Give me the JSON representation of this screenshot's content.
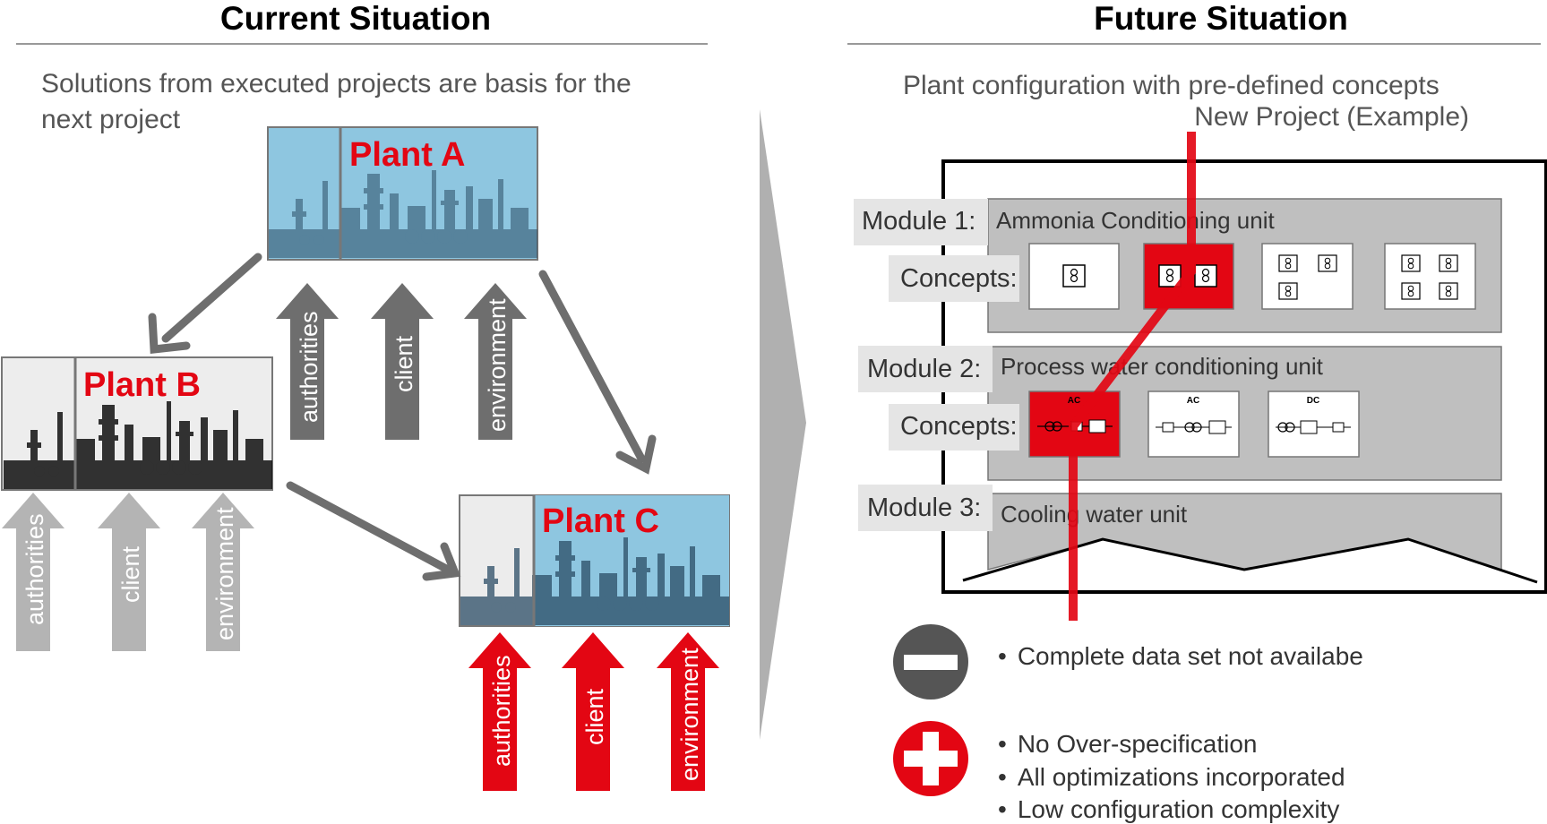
{
  "current": {
    "title": "Current Situation",
    "subtitle_line1": "Solutions from executed projects are basis for the",
    "subtitle_line2": "next project",
    "plants": {
      "a": "Plant A",
      "b": "Plant B",
      "c": "Plant C"
    },
    "influences": [
      "authorities",
      "client",
      "environment"
    ],
    "colors": {
      "plant_label": "#e30613",
      "arrow_dark": "#6e6e6e",
      "arrow_light": "#b4b4b4",
      "arrow_red": "#e30613",
      "sky_blue": "#8ec6e0"
    }
  },
  "future": {
    "title": "Future Situation",
    "subtitle": "Plant configuration with pre-defined concepts",
    "new_project": "New Project (Example)",
    "modules": [
      {
        "label": "Module 1:",
        "name": "Ammonia Conditioning unit"
      },
      {
        "label": "Module 2:",
        "name": "Process water conditioning unit"
      },
      {
        "label": "Module 3:",
        "name": "Cooling water unit"
      }
    ],
    "concepts_label": "Concepts:",
    "module2_concept_tags": [
      "AC",
      "AC",
      "DC"
    ],
    "minus_points": [
      "Complete data set not availabe"
    ],
    "plus_points": [
      "No Over-specification",
      "All optimizations incorporated",
      "Low configuration complexity"
    ],
    "bullet_char": "•",
    "colors": {
      "selection_red": "#e30613",
      "module_gray": "#bfbfbf",
      "minus_circle": "#555555",
      "plus_circle": "#e30613"
    }
  }
}
